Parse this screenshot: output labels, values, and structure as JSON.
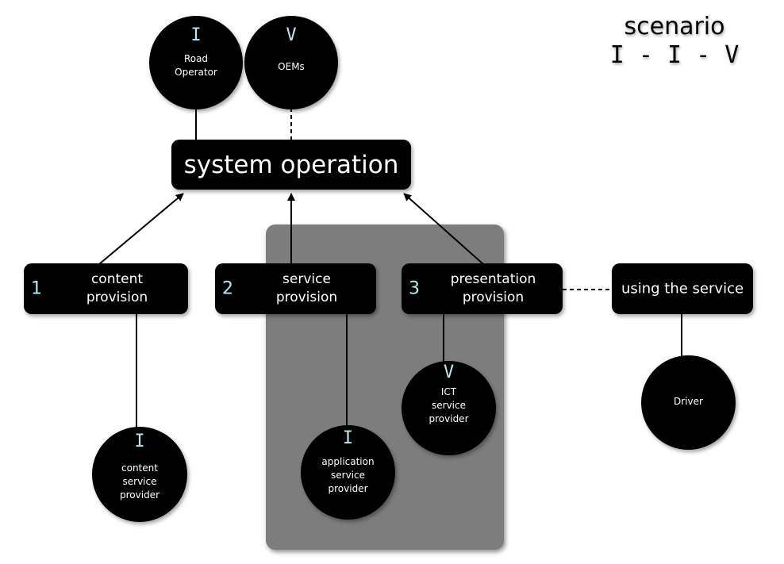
{
  "scenario": {
    "title": "scenario",
    "code": "I - I - V"
  },
  "system_operation": {
    "label": "system operation"
  },
  "stages": [
    {
      "number": "1",
      "label": "content\nprovision"
    },
    {
      "number": "2",
      "label": "service\nprovision"
    },
    {
      "number": "3",
      "label": "presentation\nprovision"
    }
  ],
  "using_service": {
    "label": "using the service"
  },
  "actors": {
    "road_operator": {
      "roman": "I",
      "label": "Road\nOperator"
    },
    "oems": {
      "roman": "V",
      "label": "OEMs"
    },
    "content_service_provider": {
      "roman": "I",
      "label": "content\nservice\nprovider"
    },
    "application_service_provider": {
      "roman": "I",
      "label": "application\nservice\nprovider"
    },
    "ict_service_provider": {
      "roman": "V",
      "label": "ICT\nservice\nprovider"
    },
    "driver": {
      "label": "Driver"
    }
  },
  "colors": {
    "node_fill": "#000000",
    "node_text": "#ffffff",
    "roman_numeral": "#b9e8f0",
    "highlight_region": "#7d7d7d"
  }
}
